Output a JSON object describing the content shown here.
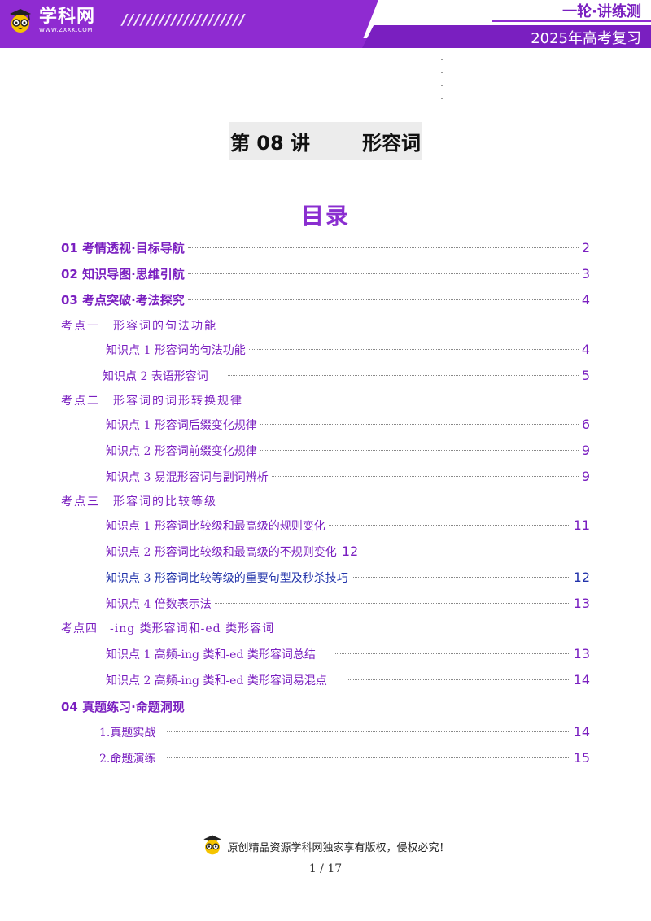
{
  "header": {
    "logo_text": "学科网",
    "logo_url": "WWW.ZXXK.COM",
    "decoration": "////////////////////",
    "series_label": "一轮·讲练测",
    "review_label": "2025年高考复习"
  },
  "lecture": {
    "number": "第 08 讲",
    "topic": "形容词"
  },
  "toc": {
    "heading": "目录",
    "sections": [
      {
        "label": "01 考情透视·目标导航",
        "page": "2"
      },
      {
        "label": "02 知识导图·思维引航",
        "page": "3"
      },
      {
        "label": "03 考点突破·考法探究",
        "page": "4"
      }
    ],
    "kaodian1": {
      "label": "考点一　形容词的句法功能",
      "items": [
        {
          "label": "知识点 1  形容词的句法功能",
          "page": "4"
        },
        {
          "label": "知识点 2  表语形容词",
          "page": "5"
        }
      ]
    },
    "kaodian2": {
      "label": "考点二　形容词的词形转换规律",
      "items": [
        {
          "label": "知识点 1  形容词后缀变化规律",
          "page": "6"
        },
        {
          "label": "知识点 2  形容词前缀变化规律",
          "page": "9"
        },
        {
          "label": "知识点 3  易混形容词与副词辨析",
          "page": "9"
        }
      ]
    },
    "kaodian3": {
      "label": "考点三　形容词的比较等级",
      "items": [
        {
          "label": "知识点 1  形容词比较级和最高级的规则变化",
          "page": "11"
        },
        {
          "label": "知识点 2  形容词比较级和最高级的不规则变化",
          "page": "12"
        },
        {
          "label": "知识点 3  形容词比较等级的重要句型及秒杀技巧",
          "page": "12"
        },
        {
          "label": "知识点 4  倍数表示法",
          "page": "13"
        }
      ]
    },
    "kaodian4": {
      "label": "考点四　-ing 类形容词和-ed 类形容词",
      "items": [
        {
          "label": "知识点 1  高频-ing 类和-ed 类形容词总结",
          "page": "13"
        },
        {
          "label": "知识点 2  高频-ing 类和-ed 类形容词易混点",
          "page": "14"
        }
      ]
    },
    "section4": {
      "label": "04 真题练习·命题洞现",
      "items": [
        {
          "label": "1.真题实战",
          "page": "14"
        },
        {
          "label": "2.命题演练",
          "page": "15"
        }
      ]
    }
  },
  "footer": {
    "note": "原创精品资源学科网独家享有版权，侵权必究！",
    "page_number": "1 / 17"
  },
  "colors": {
    "brand_purple": "#8f2bd1",
    "heading_purple": "#8a2ed0",
    "link_blue": "#2233aa"
  }
}
